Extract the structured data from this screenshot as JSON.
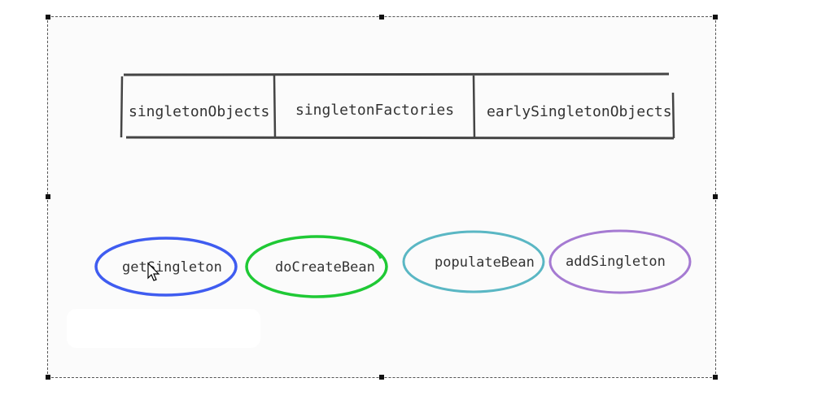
{
  "table": {
    "cells": [
      {
        "label": "singletonObjects"
      },
      {
        "label": "singletonFactories"
      },
      {
        "label": "earlySingletonObjects"
      }
    ]
  },
  "methods": [
    {
      "label": "getSingleton",
      "color": "#3f5cf0"
    },
    {
      "label": "doCreateBean",
      "color": "#1fc935"
    },
    {
      "label": "populateBean",
      "color": "#5ab7c4"
    },
    {
      "label": "addSingleton",
      "color": "#a57ad2"
    }
  ]
}
